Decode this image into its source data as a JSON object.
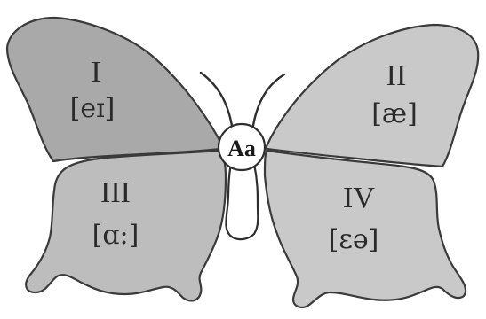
{
  "head": {
    "label": "Aa"
  },
  "wings": [
    {
      "id": "upper-left",
      "numeral": "I",
      "sound": "[eɪ]"
    },
    {
      "id": "upper-right",
      "numeral": "II",
      "sound": "[æ]"
    },
    {
      "id": "lower-left",
      "numeral": "III",
      "sound": "[ɑ:]"
    },
    {
      "id": "lower-right",
      "numeral": "IV",
      "sound": "[ɛə]"
    }
  ]
}
